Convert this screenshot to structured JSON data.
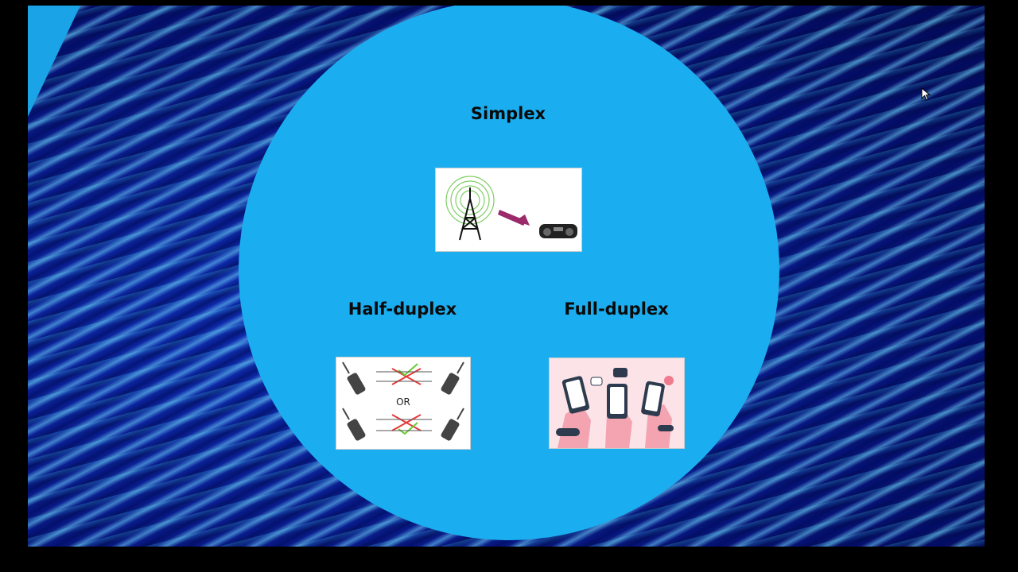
{
  "slide": {
    "simplex": {
      "title": "Simplex",
      "icon": "radio-tower-to-radio-icon"
    },
    "half_duplex": {
      "title": "Half-duplex",
      "icon": "walkie-talkie-icon",
      "or_text": "OR"
    },
    "full_duplex": {
      "title": "Full-duplex",
      "icon": "smartphones-chat-icon"
    }
  },
  "colors": {
    "circle": "#1aaef0",
    "background": "#0a1f8a",
    "arrow": "#9b2a6b",
    "check": "#66cc33",
    "cross": "#e63939"
  }
}
